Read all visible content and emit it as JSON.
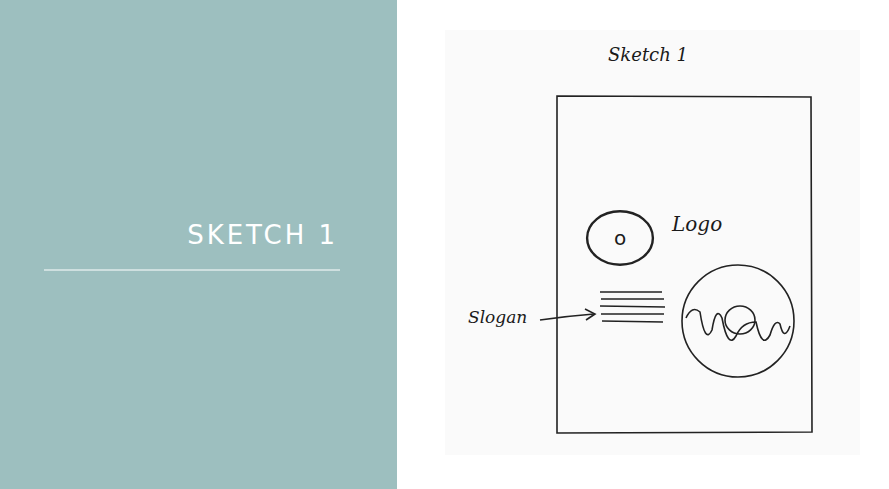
{
  "diagram": {
    "title": "SKETCH 1",
    "nodes": [
      {
        "text": [
          "o"
        ]
      }
    ],
    "labels": [
      "Sketch 1",
      "Logo",
      "Slogan"
    ]
  }
}
